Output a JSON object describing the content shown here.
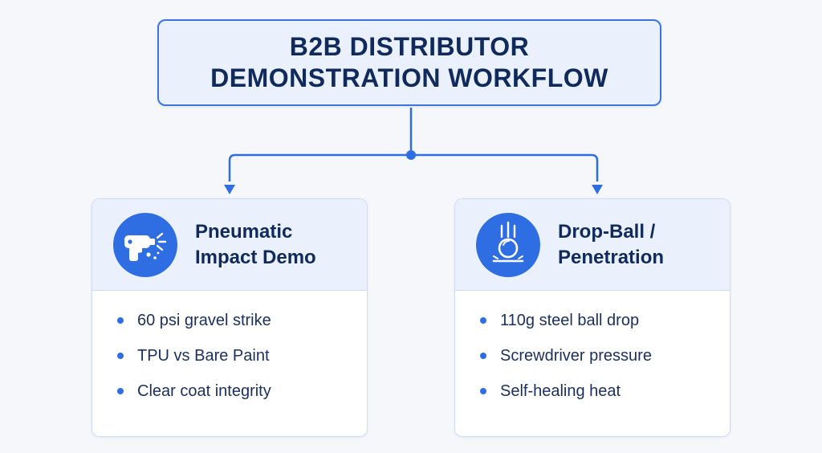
{
  "title": {
    "line1": "B2B DISTRIBUTOR",
    "line2": "DEMONSTRATION WORKFLOW"
  },
  "colors": {
    "accent": "#2f6de2",
    "title_text": "#102a5c",
    "panel_fill": "#eaf1fd",
    "background": "#f5f7fb"
  },
  "cards": [
    {
      "icon": "pneumatic-gun-icon",
      "title_line1": "Pneumatic",
      "title_line2": "Impact Demo",
      "items": [
        "60 psi gravel strike",
        "TPU vs Bare Paint",
        "Clear coat integrity"
      ]
    },
    {
      "icon": "falling-ball-icon",
      "title_line1": "Drop-Ball /",
      "title_line2": "Penetration",
      "items": [
        "110g steel ball drop",
        "Screwdriver pressure",
        "Self-healing heat"
      ]
    }
  ]
}
